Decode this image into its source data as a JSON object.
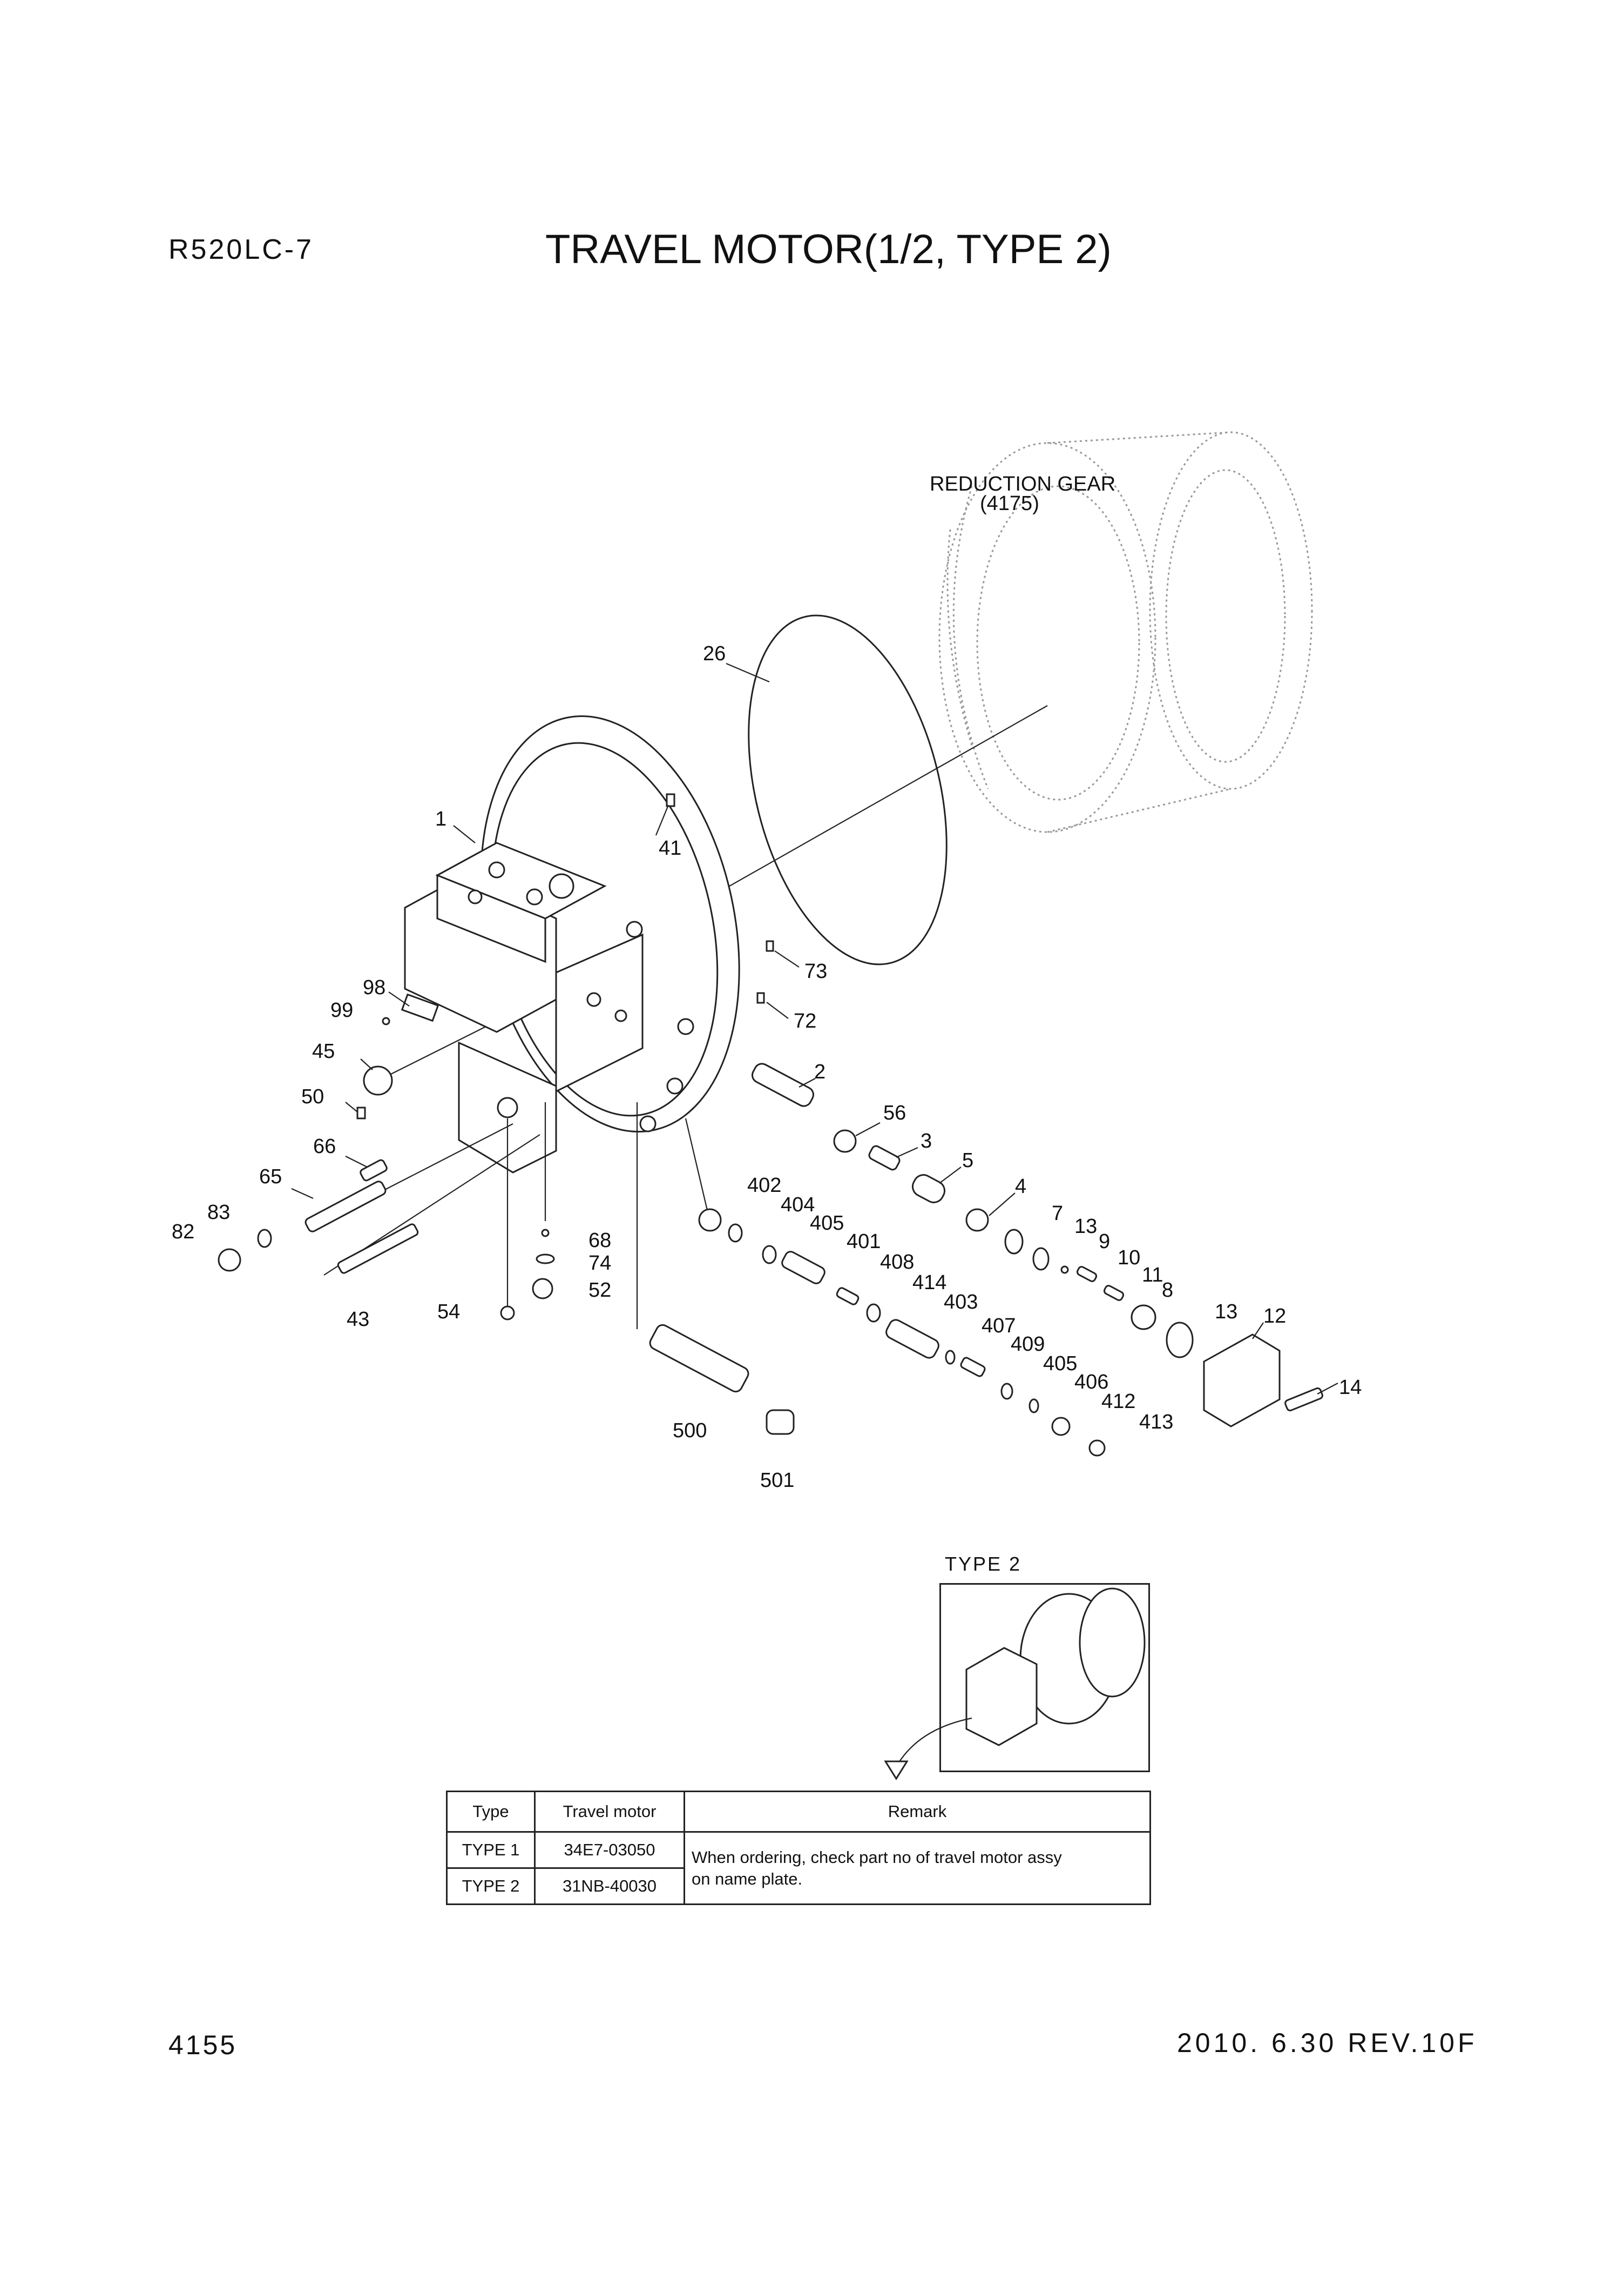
{
  "header": {
    "model": "R520LC-7",
    "title": "TRAVEL MOTOR(1/2, TYPE 2)"
  },
  "footer": {
    "page_number": "4155",
    "revision": "2010. 6.30  REV.10F"
  },
  "diagram": {
    "reduction_gear_label": "REDUCTION GEAR",
    "reduction_gear_ref": "(4175)",
    "part_numbers": [
      "1",
      "2",
      "3",
      "4",
      "5",
      "7",
      "8",
      "9",
      "10",
      "11",
      "12",
      "13",
      "13",
      "14",
      "26",
      "41",
      "43",
      "45",
      "50",
      "52",
      "54",
      "56",
      "65",
      "66",
      "68",
      "72",
      "73",
      "74",
      "82",
      "83",
      "98",
      "99",
      "401",
      "402",
      "403",
      "404",
      "405",
      "405",
      "406",
      "407",
      "408",
      "409",
      "412",
      "413",
      "414",
      "500",
      "501"
    ]
  },
  "inset": {
    "label": "TYPE 2"
  },
  "table": {
    "headers": [
      "Type",
      "Travel motor",
      "Remark"
    ],
    "rows": [
      {
        "type": "TYPE 1",
        "motor": "34E7-03050"
      },
      {
        "type": "TYPE 2",
        "motor": "31NB-40030"
      }
    ],
    "remark_line1": "When ordering, check part no of travel motor assy",
    "remark_line2": "on name plate."
  }
}
